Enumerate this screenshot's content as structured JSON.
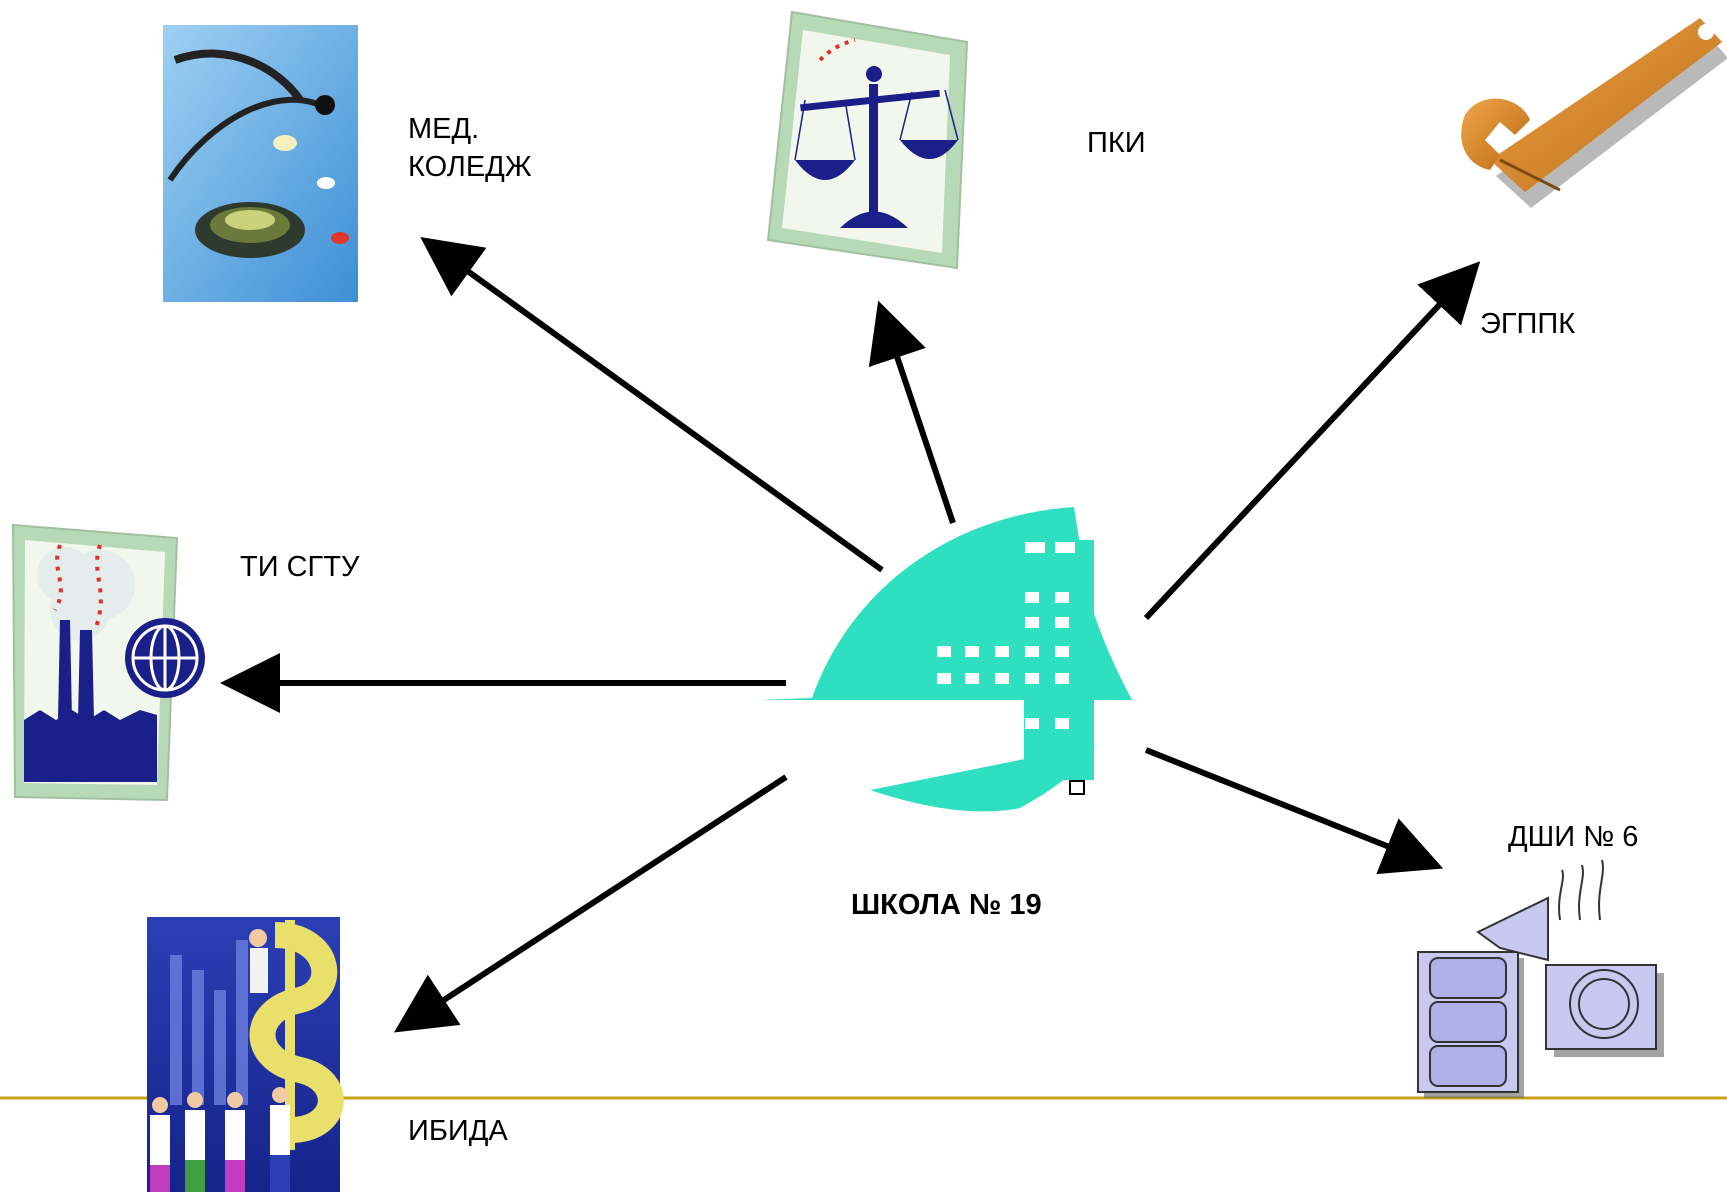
{
  "diagram": {
    "center": {
      "label": "ШКОЛА № 19"
    },
    "nodes": [
      {
        "id": "med",
        "line1": "МЕД.",
        "line2": "КОЛЕДЖ"
      },
      {
        "id": "pki",
        "label": "ПКИ"
      },
      {
        "id": "egppk",
        "label": "ЭГППК"
      },
      {
        "id": "ti",
        "label": "ТИ СГТУ"
      },
      {
        "id": "ibida",
        "label": "ИБИДА"
      },
      {
        "id": "dshi",
        "label": "ДШИ № 6"
      }
    ]
  },
  "colors": {
    "accent_line": "#c9a11a",
    "building": "#2ee0c0",
    "arrow": "#000000",
    "navy": "#1a1f8a",
    "frame_green": "#b8d9b8"
  },
  "icons": [
    "stethoscope-photo",
    "scales-of-justice-icon",
    "wrench-icon",
    "factory-globe-icon",
    "business-people-dollar-icon",
    "film-camera-icon",
    "school-building-icon"
  ]
}
